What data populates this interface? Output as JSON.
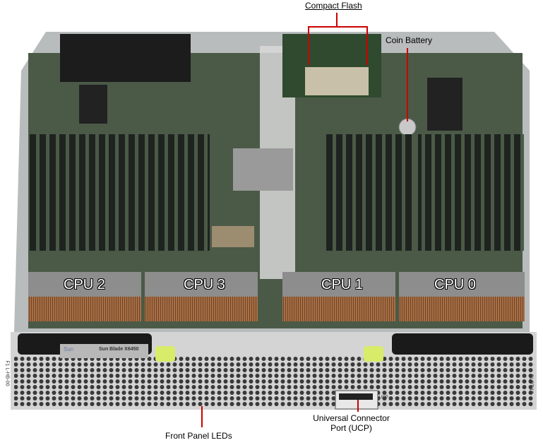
{
  "callouts": {
    "compact_flash": "Compact Flash",
    "coin_battery": "Coin Battery",
    "front_panel_leds": "Front Panel LEDs",
    "ucp_line1": "Universal Connector",
    "ucp_line2": "Port (UCP)"
  },
  "cpus": [
    "CPU 2",
    "CPU 3",
    "CPU 1",
    "CPU 0"
  ],
  "bezel": {
    "brand": "Sun",
    "model": "Sun Blade X6450",
    "part_label": "F1 L-HB-00",
    "slot_label": "SLOT 10",
    "port_label": "UCP"
  },
  "colors": {
    "callout_line": "#cc0000",
    "board": "#4b5a47",
    "copper": "#a86f45"
  }
}
